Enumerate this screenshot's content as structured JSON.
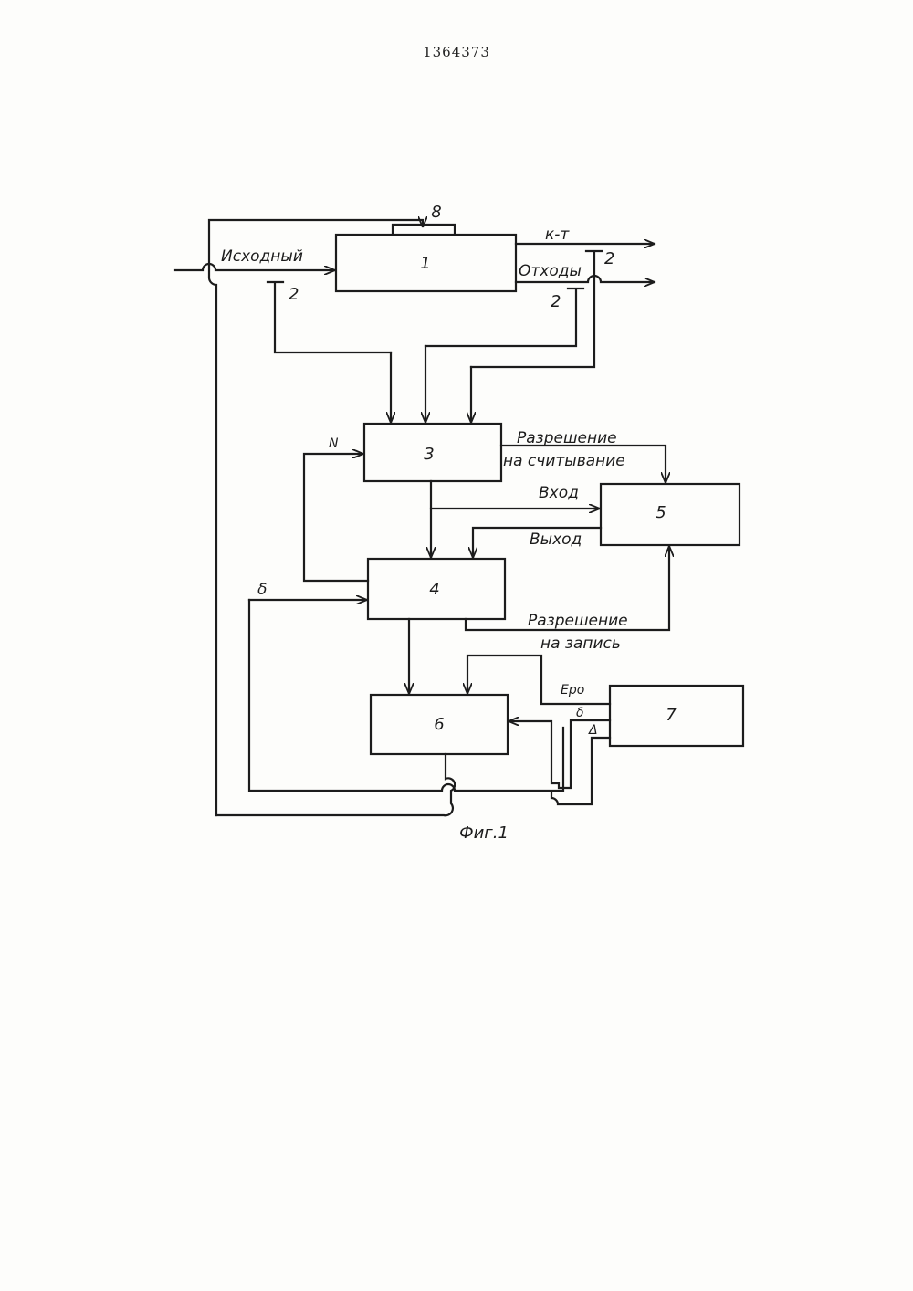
{
  "document": {
    "number": "1364373",
    "figure_caption": "Фиг.1"
  },
  "blocks": {
    "b1": "1",
    "b3": "3",
    "b4": "4",
    "b5": "5",
    "b6": "6",
    "b7": "7",
    "b8": "8"
  },
  "sensors": {
    "s_left": "2",
    "s_top_right": "2",
    "s_bottom_right": "2"
  },
  "signals": {
    "input": "Исходный",
    "concentrate": "к-т",
    "tailings": "Отходы",
    "n_label": "N",
    "delta_left": "δ",
    "read_enable_1": "Разрешение",
    "read_enable_2": "на считывание",
    "in": "Вход",
    "out": "Выход",
    "write_enable_1": "Разрешение",
    "write_enable_2": "на запись",
    "e_ro": "Еро",
    "delta_right": "δ",
    "delta_small": "Δ"
  }
}
